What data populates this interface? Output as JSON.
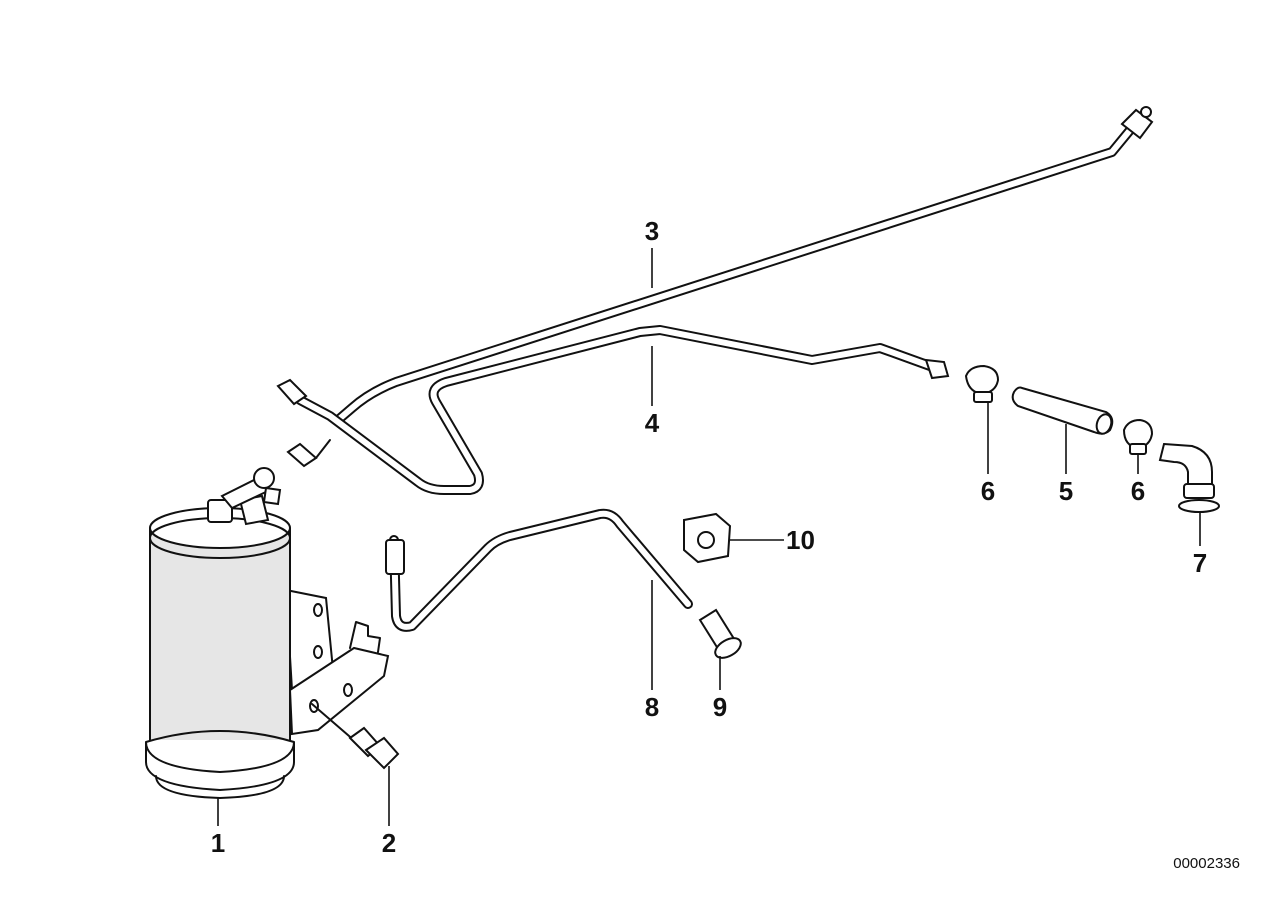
{
  "callouts": {
    "c1": "1",
    "c2": "2",
    "c3": "3",
    "c4": "4",
    "c5": "5",
    "c6a": "6",
    "c6b": "6",
    "c7": "7",
    "c8": "8",
    "c9": "9",
    "c10": "10"
  },
  "reference_number": "00002336"
}
